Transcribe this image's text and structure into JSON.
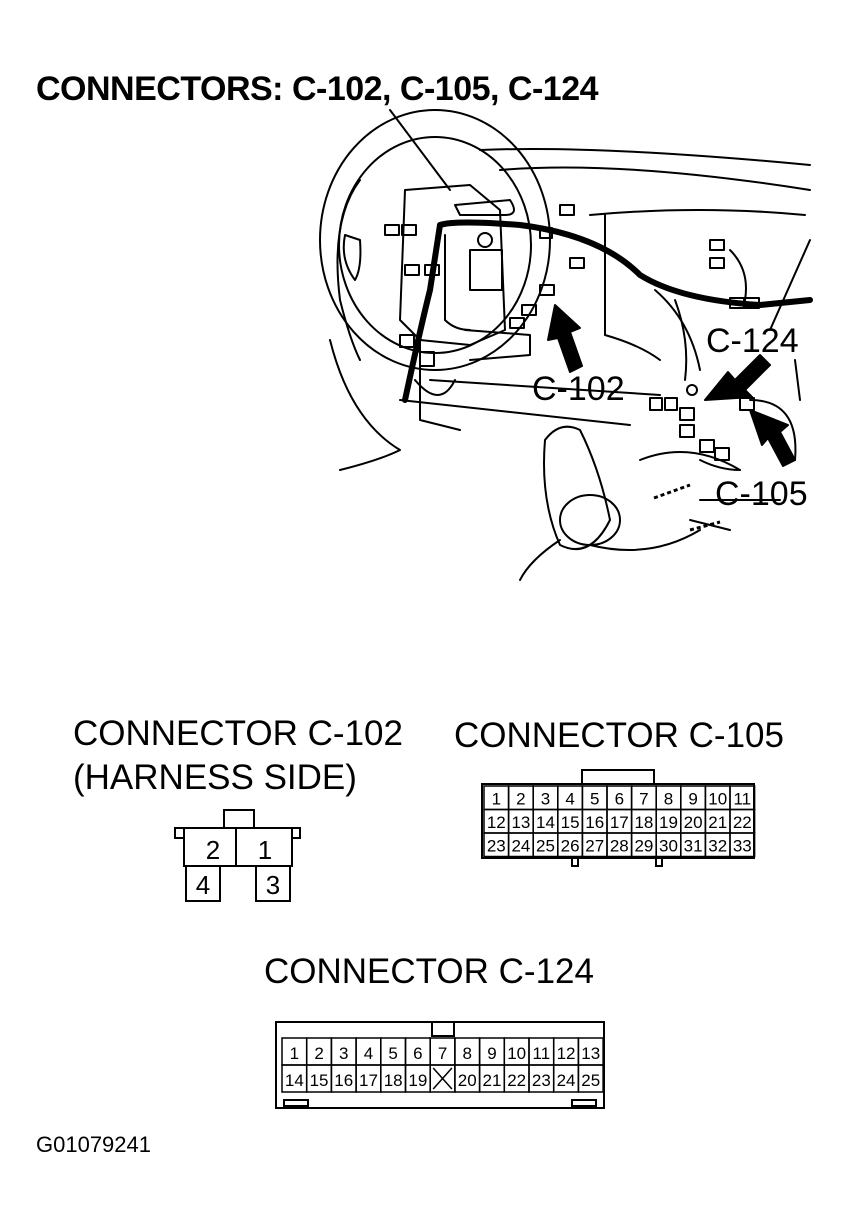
{
  "title": "CONNECTORS: C-102, C-105, C-124",
  "callouts": {
    "c102": "C-102",
    "c124": "C-124",
    "c105": "C-105"
  },
  "connectors": {
    "c102": {
      "title": "CONNECTOR C-102",
      "subtitle": "(HARNESS SIDE)",
      "pins": [
        "2",
        "1",
        "4",
        "3"
      ]
    },
    "c105": {
      "title": "CONNECTOR C-105",
      "rows": [
        [
          "1",
          "2",
          "3",
          "4",
          "5",
          "6",
          "7",
          "8",
          "9",
          "10",
          "11"
        ],
        [
          "12",
          "13",
          "14",
          "15",
          "16",
          "17",
          "18",
          "19",
          "20",
          "21",
          "22"
        ],
        [
          "23",
          "24",
          "25",
          "26",
          "27",
          "28",
          "29",
          "30",
          "31",
          "32",
          "33"
        ]
      ]
    },
    "c124": {
      "title": "CONNECTOR C-124",
      "rows": [
        [
          "1",
          "2",
          "3",
          "4",
          "5",
          "6",
          "7",
          "8",
          "9",
          "10",
          "11",
          "12",
          "13"
        ],
        [
          "14",
          "15",
          "16",
          "17",
          "18",
          "19",
          "",
          "20",
          "21",
          "22",
          "23",
          "24",
          "25"
        ]
      ],
      "blocked_cavity": "X"
    }
  },
  "figure_id": "G01079241"
}
